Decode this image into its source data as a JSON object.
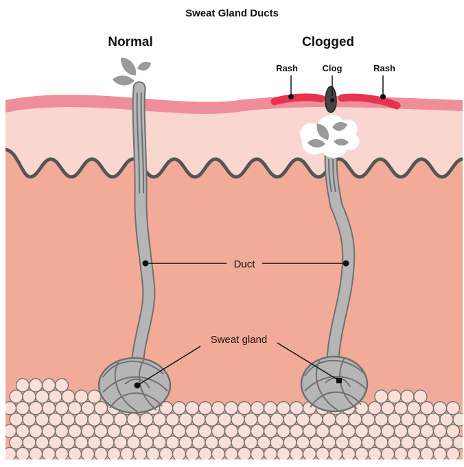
{
  "title": "Sweat Gland Ducts",
  "headings": {
    "normal": "Normal",
    "clogged": "Clogged"
  },
  "labels": {
    "rash_left": "Rash",
    "clog": "Clog",
    "rash_right": "Rash",
    "duct": "Duct",
    "sweat_gland": "Sweat gland"
  },
  "colors": {
    "epidermis_surface": "#ef8e9a",
    "epidermis": "#f9d6d0",
    "dermis": "#f2ab98",
    "boundary_line": "#555555",
    "duct_fill": "#b6b6b6",
    "duct_edge": "#6f6f6f",
    "fat_cell": "#f9dfd8",
    "fat_cell_edge": "#6e6e6e",
    "rash": "#e8334f",
    "clog": "#444444"
  }
}
